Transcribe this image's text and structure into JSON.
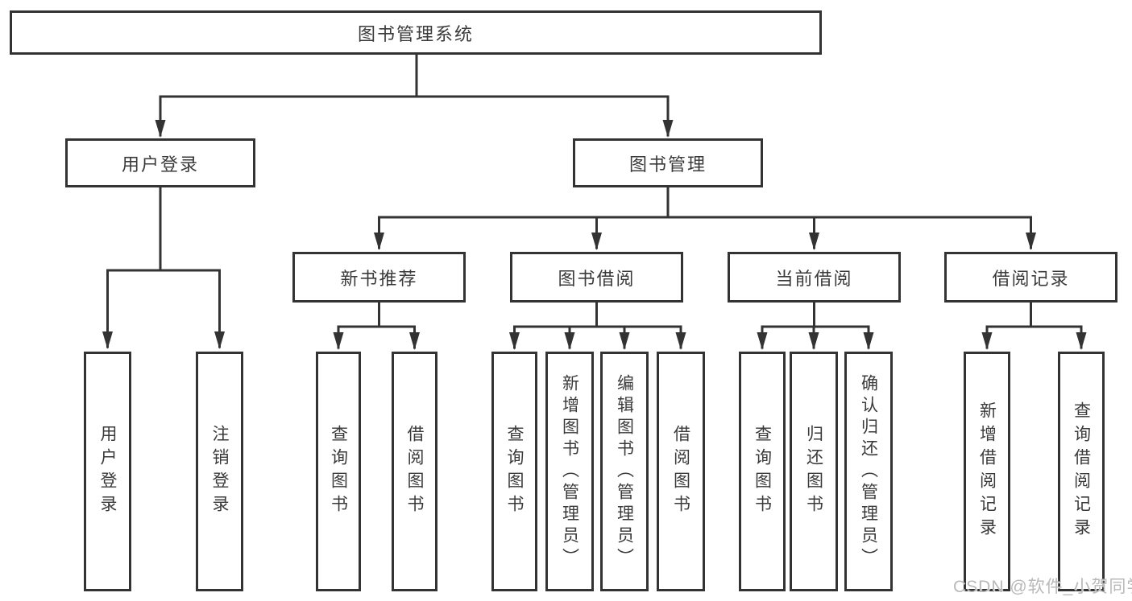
{
  "title": "图书管理系统",
  "branches": {
    "user_login": {
      "label": "用户登录",
      "children": [
        "用户登录",
        "注销登录"
      ]
    },
    "book_mgmt": {
      "label": "图书管理"
    },
    "new_books": {
      "label": "新书推荐",
      "children": [
        "查询图书",
        "借阅图书"
      ]
    },
    "book_borrow": {
      "label": "图书借阅",
      "children": [
        "查询图书",
        "新增图书（管理员）",
        "编辑图书（管理员）",
        "借阅图书"
      ]
    },
    "current_borrow": {
      "label": "当前借阅",
      "children": [
        "查询图书",
        "归还图书",
        "确认归还（管理员）"
      ]
    },
    "borrow_records": {
      "label": "借阅记录",
      "children": [
        "新增借阅记录",
        "查询借阅记录"
      ]
    }
  },
  "watermark": "CSDN @软件_小贺同学",
  "colors": {
    "line": "#333333",
    "box_border": "#333333",
    "text": "#3a3a3a",
    "watermark": "#b9b9b9",
    "background": "#ffffff"
  }
}
